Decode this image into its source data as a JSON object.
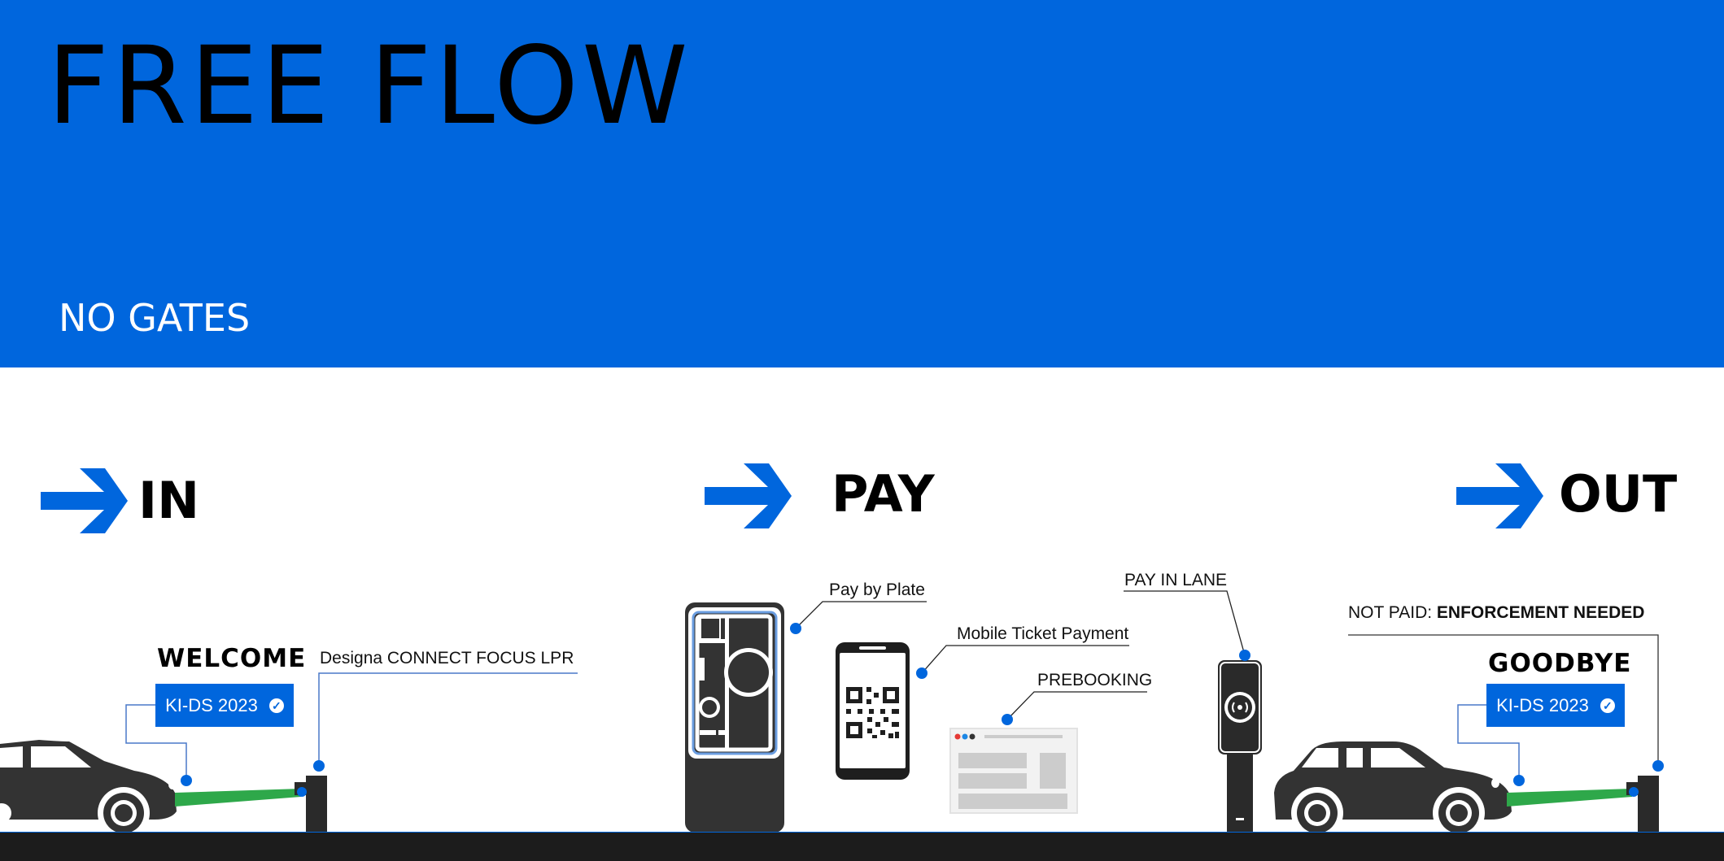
{
  "header": {
    "title": "FREE FLOW",
    "subtitle": "NO GATES",
    "background_color": "#0066DD"
  },
  "stages": [
    {
      "label": "IN",
      "icon": "arrow-right-icon"
    },
    {
      "label": "PAY",
      "icon": "arrow-right-icon"
    },
    {
      "label": "OUT",
      "icon": "arrow-right-icon"
    }
  ],
  "entry": {
    "sign": "WELCOME",
    "plate": "KI-DS 2023",
    "camera_label": "Designa CONNECT FOCUS LPR"
  },
  "payment": {
    "pay_by_plate": "Pay by Plate",
    "mobile": "Mobile Ticket Payment",
    "prebooking": "PREBOOKING",
    "in_lane": "PAY IN LANE"
  },
  "exit": {
    "enforcement_prefix": "NOT PAID: ",
    "enforcement_bold": "ENFORCEMENT NEEDED",
    "sign": "GOODBYE",
    "plate": "KI-DS 2023"
  },
  "colors": {
    "accent": "#0066DD",
    "laser": "#2EA84A",
    "device": "#333333",
    "ground": "#1C1C1C"
  }
}
